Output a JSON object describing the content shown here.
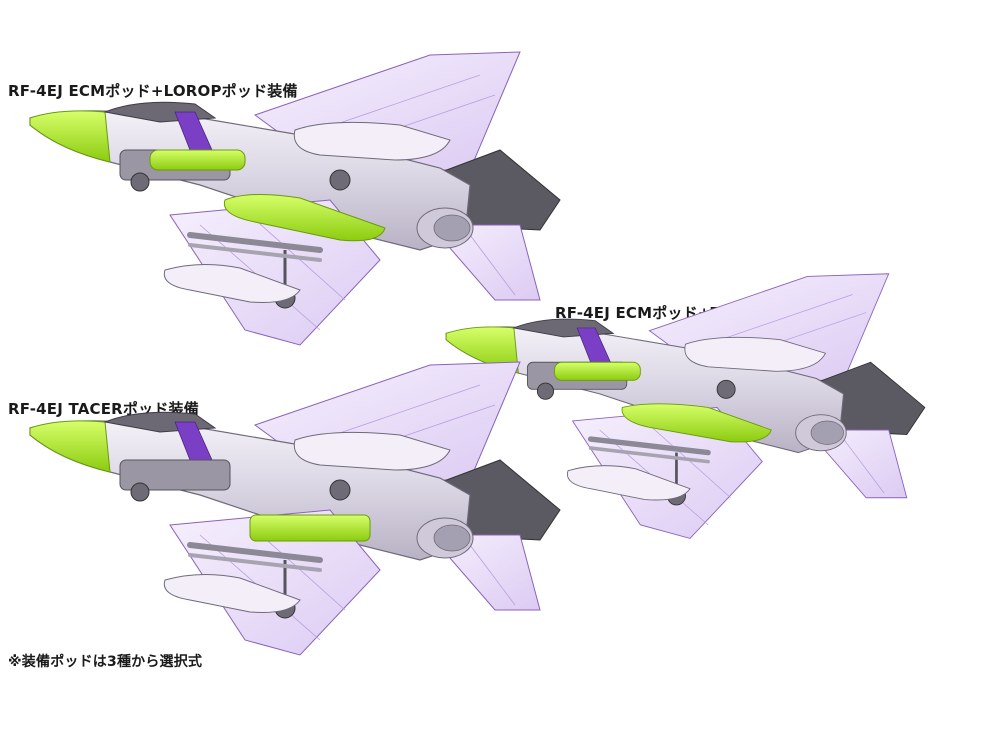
{
  "captions": {
    "config_1": "RF-4EJ  ECMポッド+LOROPポッド装備",
    "config_2": "RF-4EJ  ECMポッド+TACポッド装備",
    "config_3": "RF-4EJ  TACERポッド装備"
  },
  "note": "※装備ポッドは3種から選択式",
  "colors": {
    "highlight_green": "#a8ea1e",
    "accent_purple": "#7a3fc4",
    "wing_lavender": "#efe6fb",
    "line_purple": "#8a63b8",
    "metal_gray": "#9a96a4",
    "dark_gray": "#55545c"
  }
}
